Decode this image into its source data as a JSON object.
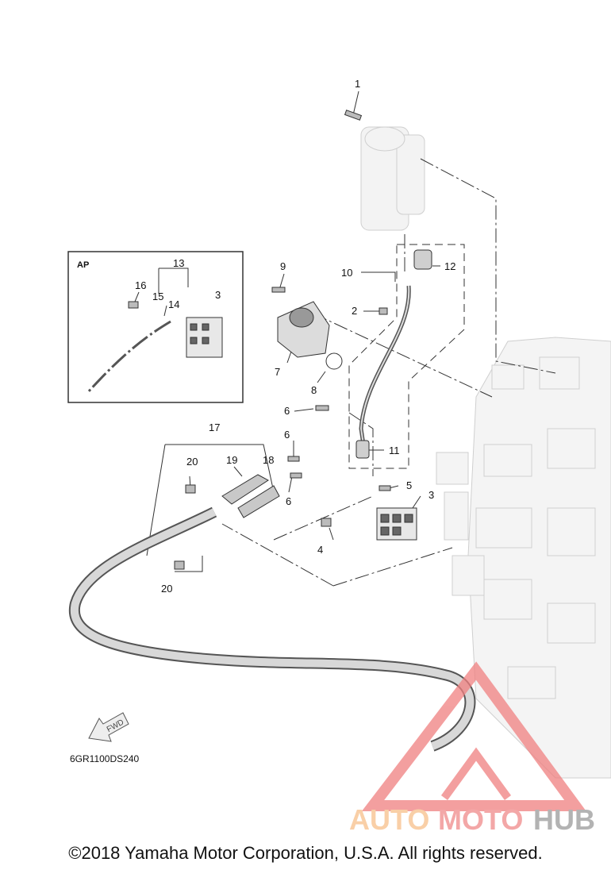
{
  "diagram": {
    "inset_label": "AP",
    "drawing_code": "6GR1100DS240",
    "fwd_label": "FWD",
    "copyright": "©2018 Yamaha Motor Corporation, U.S.A. All rights reserved.",
    "watermark": {
      "part1": "AUTO",
      "part2": "MOTO",
      "part3": "HUB",
      "colors": {
        "auto": "#f7c08a",
        "moto": "#f08a8a",
        "hub": "#9a9a9a"
      }
    },
    "callouts": [
      "1",
      "2",
      "3",
      "4",
      "5",
      "6",
      "7",
      "8",
      "9",
      "10",
      "11",
      "12",
      "13",
      "14",
      "15",
      "16",
      "17",
      "18",
      "19",
      "20"
    ],
    "inset_callouts": {
      "c13": "13",
      "c15": "15",
      "c16": "16",
      "c14": "14",
      "c3": "3"
    },
    "main_extra": {
      "c6b": "6",
      "c6c": "6",
      "c20b": "20"
    }
  }
}
